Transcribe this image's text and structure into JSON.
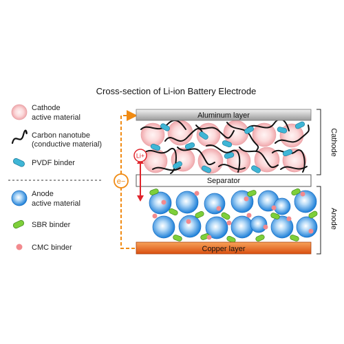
{
  "title": "Cross-section of Li-ion Battery Electrode",
  "legend": {
    "cathode_active": [
      "Cathode",
      "active material"
    ],
    "carbon_nanotube": [
      "Carbon nanotube",
      "(conductive material)"
    ],
    "pvdf_binder": "PVDF binder",
    "anode_active": [
      "Anode",
      "active material"
    ],
    "sbr_binder": "SBR binder",
    "cmc_binder": "CMC binder"
  },
  "layers": {
    "aluminum": "Aluminum layer",
    "separator": "Separator",
    "copper": "Copper layer"
  },
  "side_labels": {
    "cathode": "Cathode",
    "anode": "Anode"
  },
  "ion_label": "Li+",
  "electron_label": "e−",
  "colors": {
    "cathode_fill": "#f6c9cb",
    "anode_fill": "#2f8fe0",
    "pvdf": "#3fb6d6",
    "sbr": "#7ecf3a",
    "cmc": "#f28a8e",
    "ion_arrow": "#e0242b",
    "electron_path": "#f08a12",
    "copper": "#e8641b",
    "aluminum": "#a9a9a9"
  }
}
